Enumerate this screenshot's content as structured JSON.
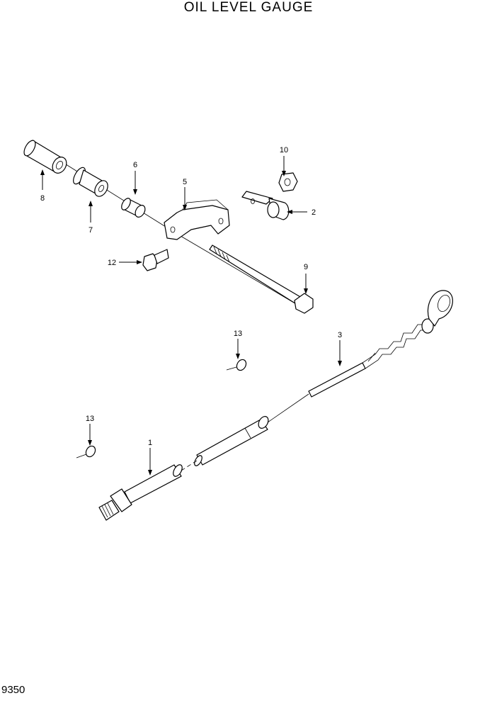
{
  "title": "OIL LEVEL GAUGE",
  "page_number": "9350",
  "callouts": {
    "c1": "1",
    "c2": "2",
    "c3": "3",
    "c5": "5",
    "c6": "6",
    "c7": "7",
    "c8": "8",
    "c9": "9",
    "c10": "10",
    "c12": "12",
    "c13a": "13",
    "c13b": "13"
  }
}
